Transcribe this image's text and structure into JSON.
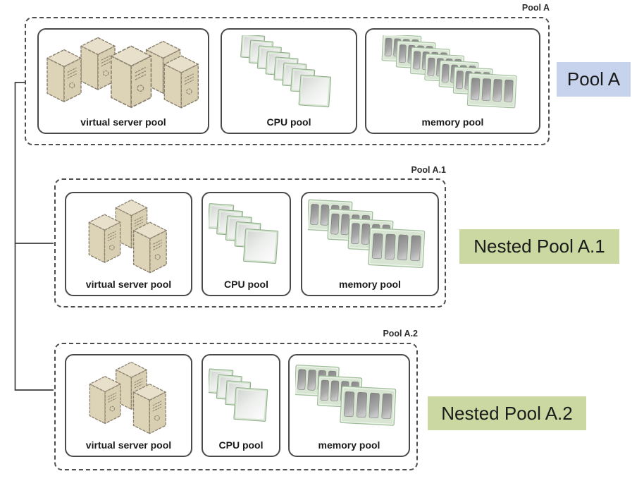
{
  "diagram": {
    "description": "Nested resource pools diagram",
    "connector_color": "#3d3d3d"
  },
  "colors": {
    "badge_blue": "#c7d3ec",
    "badge_green": "#cbd8a2",
    "cube_fill": "#ddd3b6",
    "cpu_card_green": "#d5e3d1",
    "memory_board_green": "#d7e5d2",
    "outline": "#4a4a4a"
  },
  "pools": [
    {
      "tag": "Pool A",
      "badge": "Pool A",
      "badge_color": "#c7d3ec",
      "resources": [
        {
          "type": "virtual-server-pool",
          "label": "virtual server pool",
          "count": 5
        },
        {
          "type": "cpu-pool",
          "label": "CPU pool",
          "count": 8
        },
        {
          "type": "memory-pool",
          "label": "memory pool",
          "count": 7
        }
      ]
    },
    {
      "tag": "Pool A.1",
      "badge": "Nested Pool A.1",
      "badge_color": "#cbd8a2",
      "resources": [
        {
          "type": "virtual-server-pool",
          "label": "virtual server pool",
          "count": 3
        },
        {
          "type": "cpu-pool",
          "label": "CPU pool",
          "count": 5
        },
        {
          "type": "memory-pool",
          "label": "memory pool",
          "count": 4
        }
      ]
    },
    {
      "tag": "Pool A.2",
      "badge": "Nested Pool A.2",
      "badge_color": "#cbd8a2",
      "resources": [
        {
          "type": "virtual-server-pool",
          "label": "virtual server pool",
          "count": 3
        },
        {
          "type": "cpu-pool",
          "label": "CPU pool",
          "count": 4
        },
        {
          "type": "memory-pool",
          "label": "memory pool",
          "count": 3
        }
      ]
    }
  ]
}
